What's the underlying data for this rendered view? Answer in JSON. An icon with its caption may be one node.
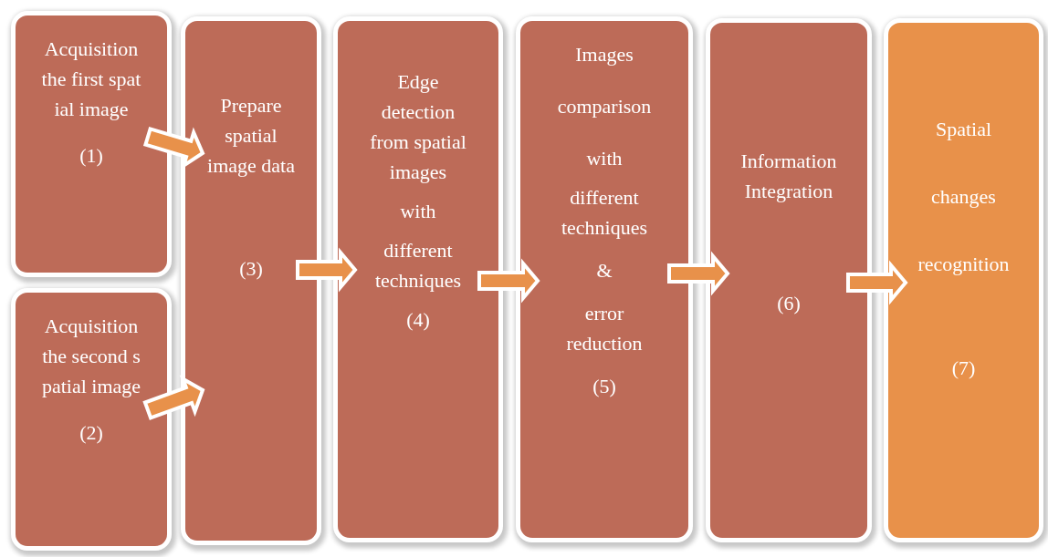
{
  "diagram": {
    "nodes": [
      {
        "text": [
          "Acquisition the first spatial image",
          "(1)"
        ]
      },
      {
        "text": [
          "Acquisition the second spatial image",
          "(2)"
        ]
      },
      {
        "text": [
          "Prepare spatial image data",
          "(3)"
        ]
      },
      {
        "text": [
          "Edge detection from spatial images",
          "with",
          "different techniques",
          "(4)"
        ]
      },
      {
        "text": [
          "Images",
          "comparison",
          "with",
          "different techniques",
          "&",
          "error reduction",
          "(5)"
        ]
      },
      {
        "text": [
          "Information Integration",
          "(6)"
        ]
      },
      {
        "text": [
          "Spatial",
          "changes",
          "recognition",
          "(7)"
        ]
      }
    ],
    "edges": [
      {
        "from": 0,
        "to": 2,
        "arrow": "to"
      },
      {
        "from": 1,
        "to": 2,
        "arrow": "to"
      },
      {
        "from": 2,
        "to": 3,
        "arrow": "to"
      },
      {
        "from": 3,
        "to": 4,
        "arrow": "to"
      },
      {
        "from": 4,
        "to": 5,
        "arrow": "to"
      },
      {
        "from": 5,
        "to": 6,
        "arrow": "to"
      }
    ]
  }
}
